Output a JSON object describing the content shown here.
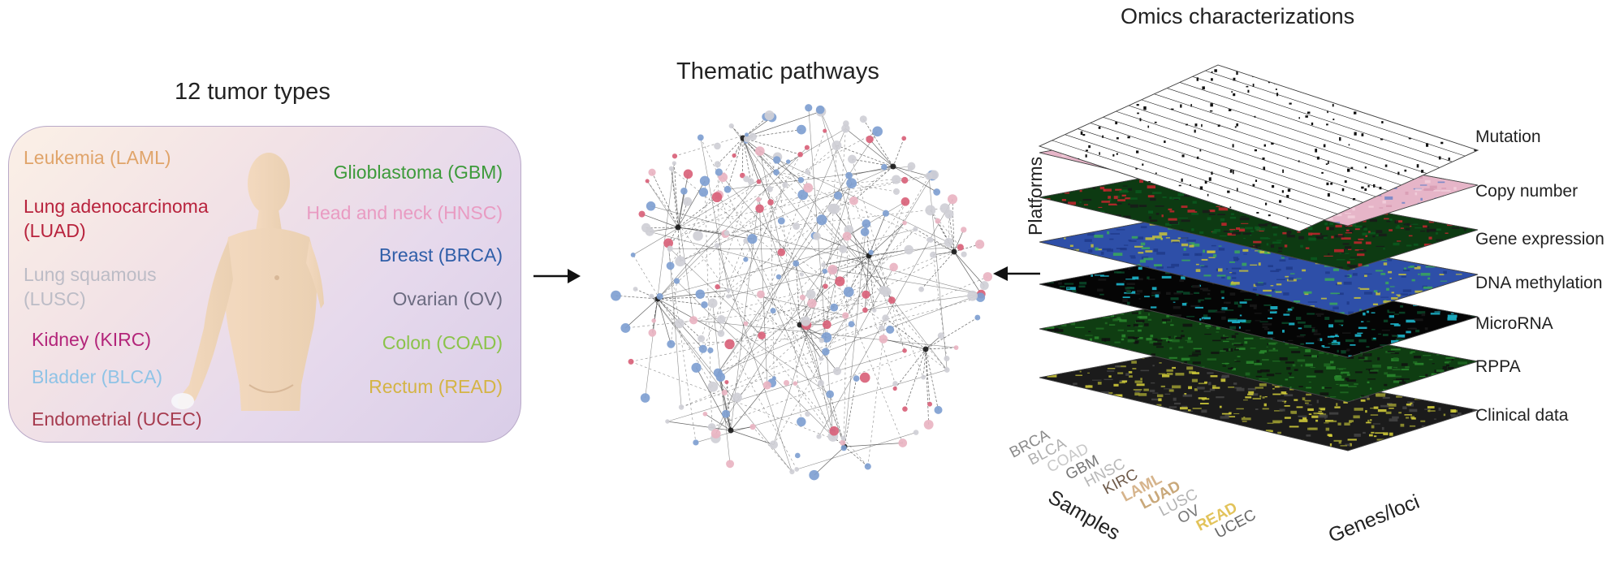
{
  "left": {
    "title": "12 tumor types",
    "tumors": [
      {
        "label": "Leukemia (LAML)",
        "color": "#e0a46a"
      },
      {
        "label": "Lung adenocarcinoma",
        "label2": "(LUAD)",
        "color": "#b8233d"
      },
      {
        "label": "Lung squamous",
        "label2": "(LUSC)",
        "color": "#bcbcc6"
      },
      {
        "label": "Kidney (KIRC)",
        "color": "#b3257a"
      },
      {
        "label": "Bladder (BLCA)",
        "color": "#8fc3e6"
      },
      {
        "label": "Endometrial (UCEC)",
        "color": "#a63b4f"
      },
      {
        "label": "Glioblastoma (GBM)",
        "color": "#3c9a3a"
      },
      {
        "label": "Head and neck (HNSC)",
        "color": "#e99bc2"
      },
      {
        "label": "Breast (BRCA)",
        "color": "#2f5ea8"
      },
      {
        "label": "Ovarian (OV)",
        "color": "#6b6b80"
      },
      {
        "label": "Colon (COAD)",
        "color": "#8bc34a"
      },
      {
        "label": "Rectum (READ)",
        "color": "#d4b445"
      }
    ]
  },
  "middle": {
    "title": "Thematic pathways"
  },
  "right": {
    "title": "Omics characterizations",
    "platforms_label": "Platforms",
    "layers": [
      "Mutation",
      "Copy number",
      "Gene expression",
      "DNA methylation",
      "MicroRNA",
      "RPPA",
      "Clinical data"
    ],
    "samples_label": "Samples",
    "genes_label": "Genes/loci",
    "sample_types": [
      {
        "label": "BRCA",
        "color": "#8a8a8a"
      },
      {
        "label": "BLCA",
        "color": "#b0b0b0"
      },
      {
        "label": "COAD",
        "color": "#c8c8c8"
      },
      {
        "label": "GBM",
        "color": "#777777"
      },
      {
        "label": "HNSC",
        "color": "#b8b8b8"
      },
      {
        "label": "KIRC",
        "color": "#6e5a4a"
      },
      {
        "label": "LAML",
        "color": "#d6b48c"
      },
      {
        "label": "LUAD",
        "color": "#c9a87a"
      },
      {
        "label": "LUSC",
        "color": "#b4b4b4"
      },
      {
        "label": "OV",
        "color": "#777777"
      },
      {
        "label": "READ",
        "color": "#e2c35a"
      },
      {
        "label": "UCEC",
        "color": "#666666"
      }
    ]
  },
  "colors": {
    "blue_node": "#7f9fd1",
    "red_node": "#d9627a",
    "pink_node": "#e9b4c2",
    "grey_node": "#cfcfd6"
  }
}
